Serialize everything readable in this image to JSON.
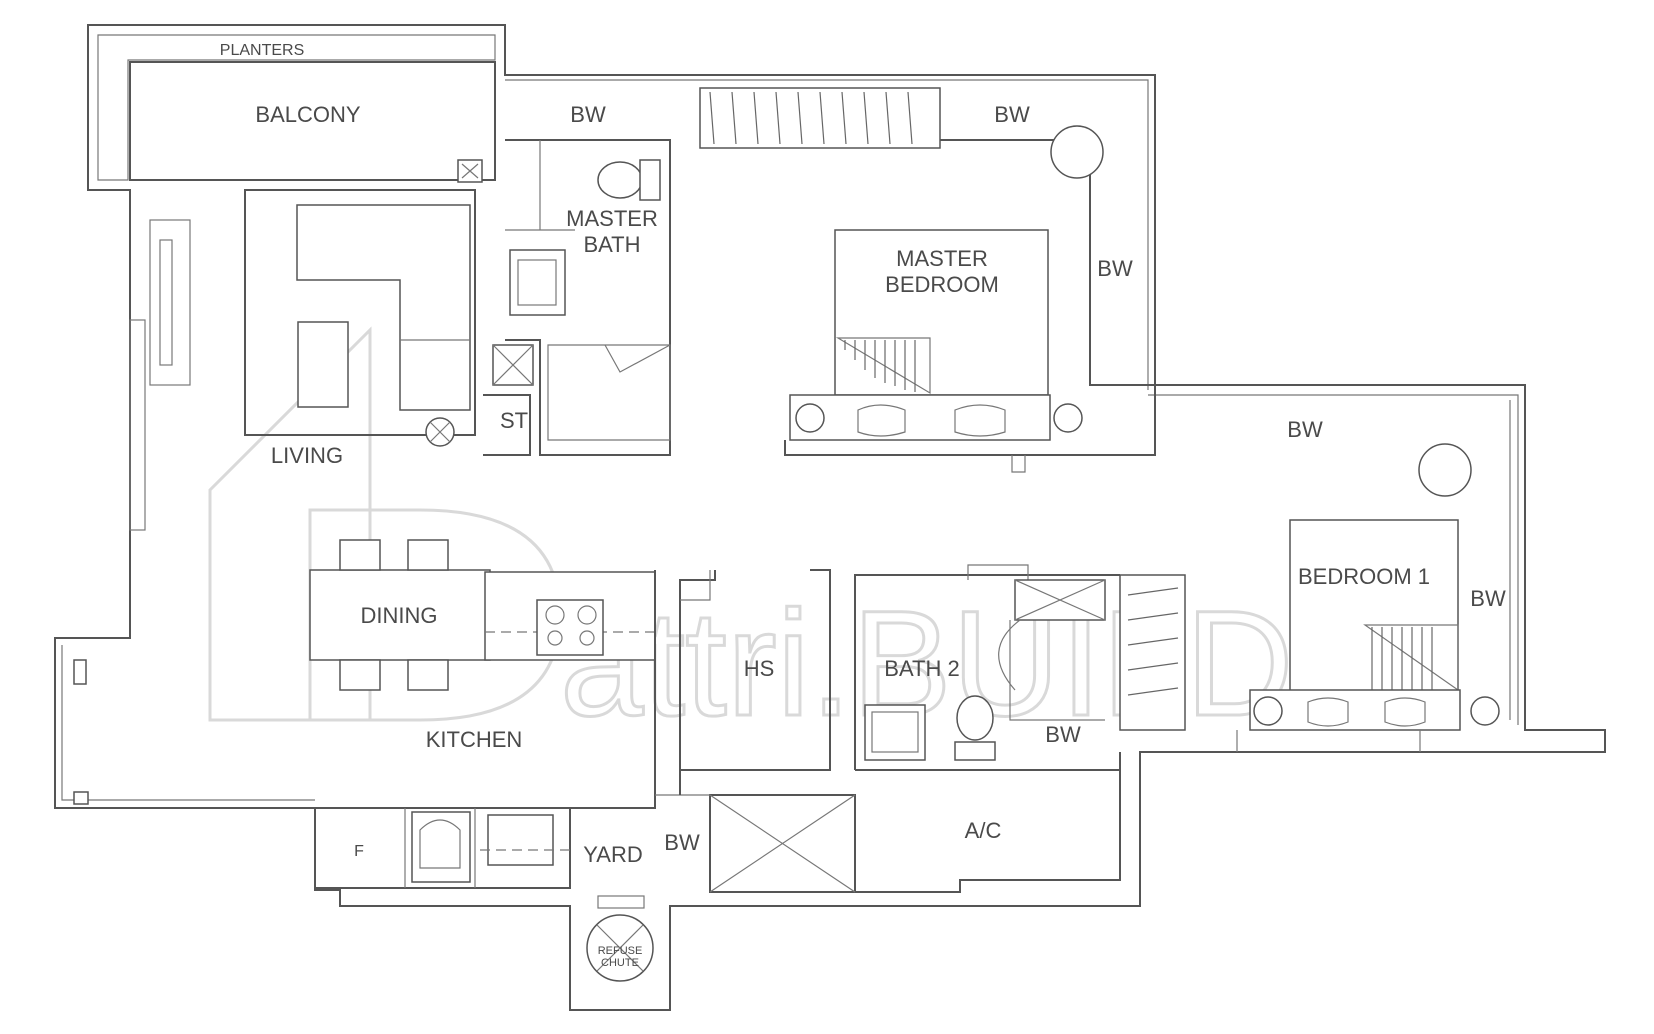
{
  "labels": {
    "planters": "PLANTERS",
    "balcony": "BALCONY",
    "bw_master_bath": "BW",
    "bw_master_top": "BW",
    "bw_master_side": "BW",
    "master_bath_1": "MASTER",
    "master_bath_2": "BATH",
    "master_bedroom_1": "MASTER",
    "master_bedroom_2": "BEDROOM",
    "st": "ST",
    "living": "LIVING",
    "bw_bedroom1_top": "BW",
    "bedroom1": "BEDROOM 1",
    "bw_bedroom1_side": "BW",
    "dining": "DINING",
    "hs": "HS",
    "bath2": "BATH 2",
    "bw_bath2": "BW",
    "kitchen": "KITCHEN",
    "ac": "A/C",
    "fridge": "F",
    "yard": "YARD",
    "bw_yard": "BW",
    "refuse_1": "REFUSE",
    "refuse_2": "CHUTE"
  },
  "watermark": "attri.BUILD",
  "colors": {
    "line": "#555555",
    "text": "#4a4a4a",
    "watermark": "#d9d9d9"
  }
}
